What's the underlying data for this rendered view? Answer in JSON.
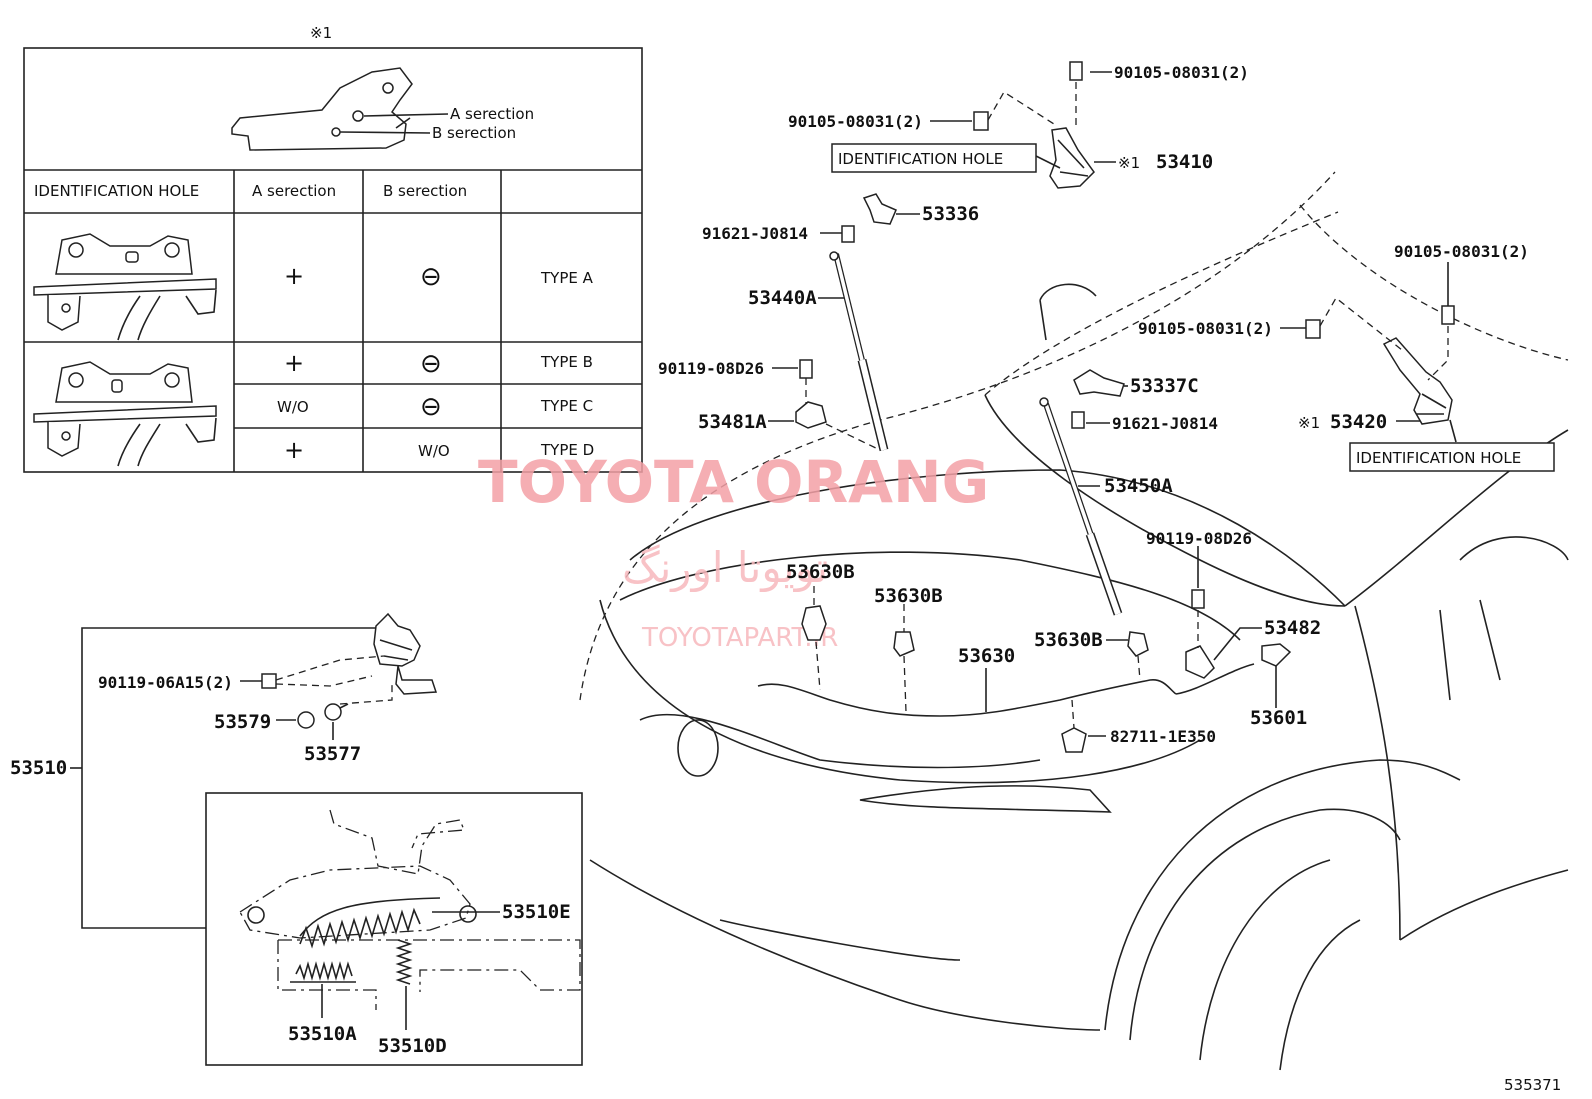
{
  "diagram_id": "535371",
  "watermark": {
    "brand": "TOYOTA ORANG",
    "brand_fa": "تویوتا اورنگ",
    "url": "TOYOTAPART.IR"
  },
  "legend_table": {
    "mark": "※1",
    "header_hole": "IDENTIFICATION HOLE",
    "col_a": "A serection",
    "col_b": "B serection",
    "callout_a": "A serection",
    "callout_b": "B serection",
    "rows": [
      {
        "a": "+",
        "b": "⊖",
        "type": "TYPE A"
      },
      {
        "a": "+",
        "b": "⊖",
        "type": "TYPE B"
      },
      {
        "a": "W/O",
        "b": "⊖",
        "type": "TYPE C"
      },
      {
        "a": "+",
        "b": "W/O",
        "type": "TYPE D"
      }
    ]
  },
  "labels": {
    "p90105_a": "90105-08031(2)",
    "p90105_b": "90105-08031(2)",
    "p90105_c": "90105-08031(2)",
    "p90105_d": "90105-08031(2)",
    "id_hole_1": "IDENTIFICATION HOLE",
    "id_hole_2": "IDENTIFICATION HOLE",
    "mark_53410": "※1",
    "p53410": "53410",
    "mark_53420": "※1",
    "p53420": "53420",
    "p53336": "53336",
    "p91621_a": "91621-J0814",
    "p91621_b": "91621-J0814",
    "p53440A": "53440A",
    "p90119_a": "90119-08D26",
    "p90119_b": "90119-08D26",
    "p53481A": "53481A",
    "p53337C": "53337C",
    "p53450A": "53450A",
    "p53630B_1": "53630B",
    "p53630B_2": "53630B",
    "p53630B_3": "53630B",
    "p53630": "53630",
    "p53482": "53482",
    "p53601": "53601",
    "p82711": "82711-1E350",
    "p90119_06A15": "90119-06A15(2)",
    "p53579": "53579",
    "p53577": "53577",
    "p53510": "53510",
    "p53510E": "53510E",
    "p53510A": "53510A",
    "p53510D": "53510D"
  }
}
